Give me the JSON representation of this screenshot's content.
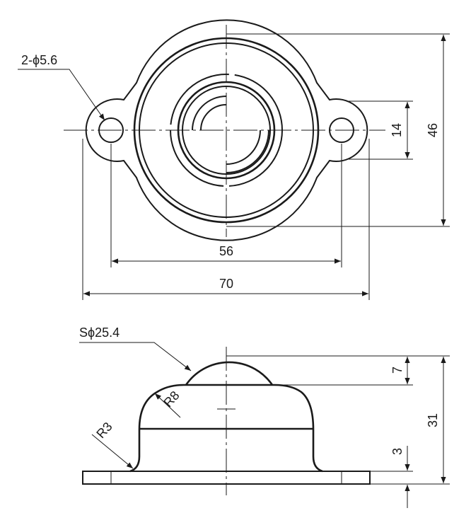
{
  "top_view": {
    "hole_callout": "2-ϕ5.6",
    "dim_hole_pitch": "56",
    "dim_overall_width": "70",
    "dim_flange_width": "14",
    "dim_body_diameter": "46"
  },
  "side_view": {
    "ball_callout": "Sϕ25.4",
    "dim_ball_protrusion": "7",
    "dim_overall_height": "31",
    "dim_base_thickness": "3",
    "radius_r8": "R8",
    "radius_r3": "R3"
  },
  "colors": {
    "line": "#1a1a1a",
    "background": "#ffffff"
  }
}
